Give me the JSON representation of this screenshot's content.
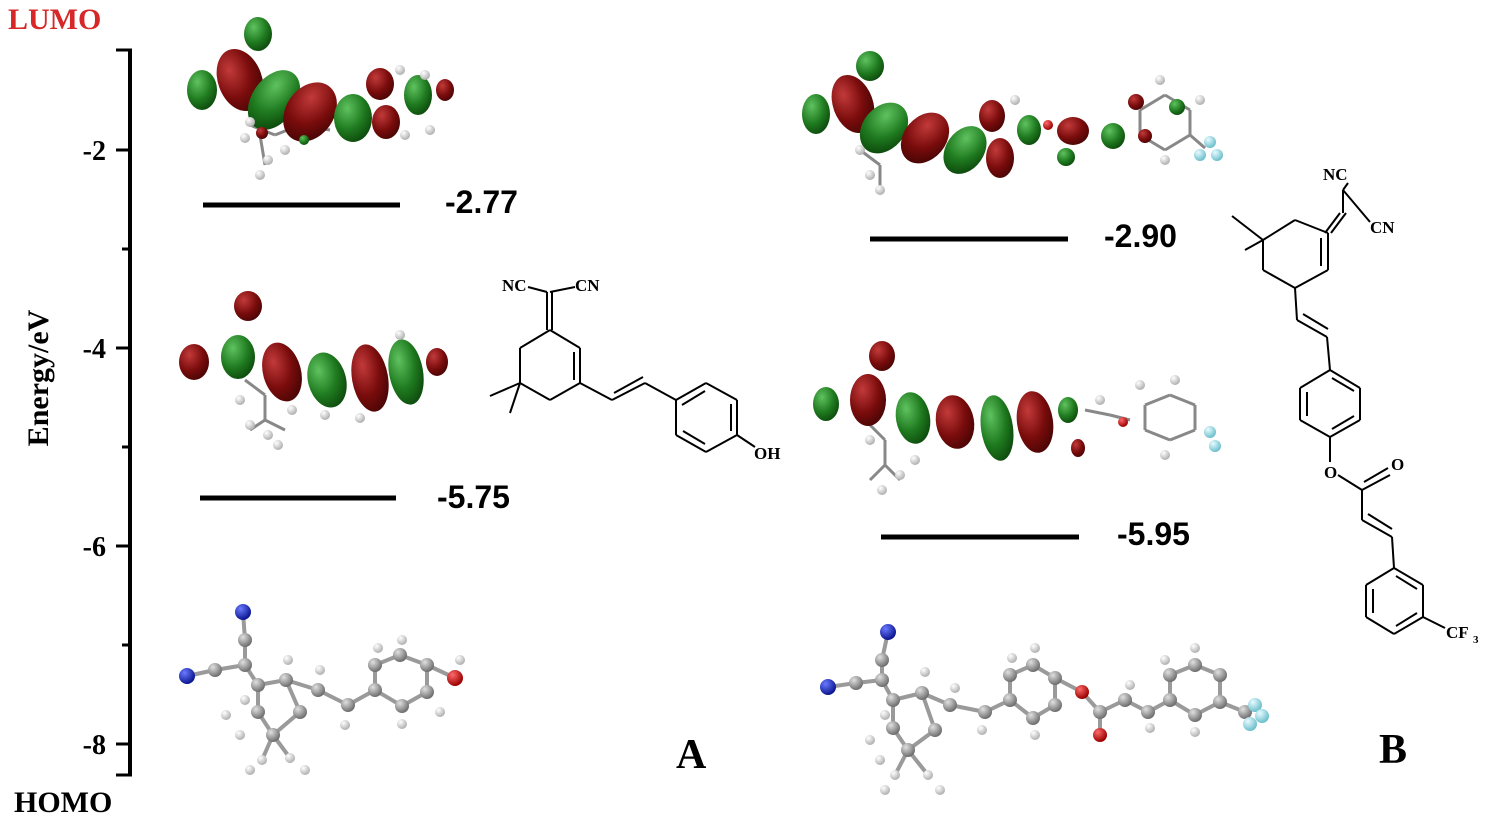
{
  "labels": {
    "lumo": "LUMO",
    "homo": "HOMO",
    "ylabel": "Energy/eV",
    "panel_a": "A",
    "panel_b": "B"
  },
  "axis": {
    "ticks": [
      "-2",
      "-4",
      "-6",
      "-8"
    ],
    "tick_values": [
      -2,
      -4,
      -6,
      -8
    ]
  },
  "levels": {
    "a_lumo": "-2.77",
    "a_homo": "-5.75",
    "b_lumo": "-2.90",
    "b_homo": "-5.95"
  },
  "structure_a": {
    "nc": "NC",
    "cn": "CN",
    "oh": "OH"
  },
  "structure_b": {
    "nc": "NC",
    "cn": "CN",
    "o_carbonyl": "O",
    "o_ester": "O",
    "cf": "CF",
    "sub3": "3"
  },
  "colors": {
    "lumo_label": "#d62828",
    "orbital_red": "#7a0c0c",
    "orbital_green": "#1f7a1f",
    "atom_carbon": "#8c8c8c",
    "atom_nitrogen": "#1d2fd0",
    "atom_oxygen": "#d01a1a",
    "atom_fluorine": "#8fd6e0",
    "atom_hydrogen": "#e8e8e8"
  }
}
